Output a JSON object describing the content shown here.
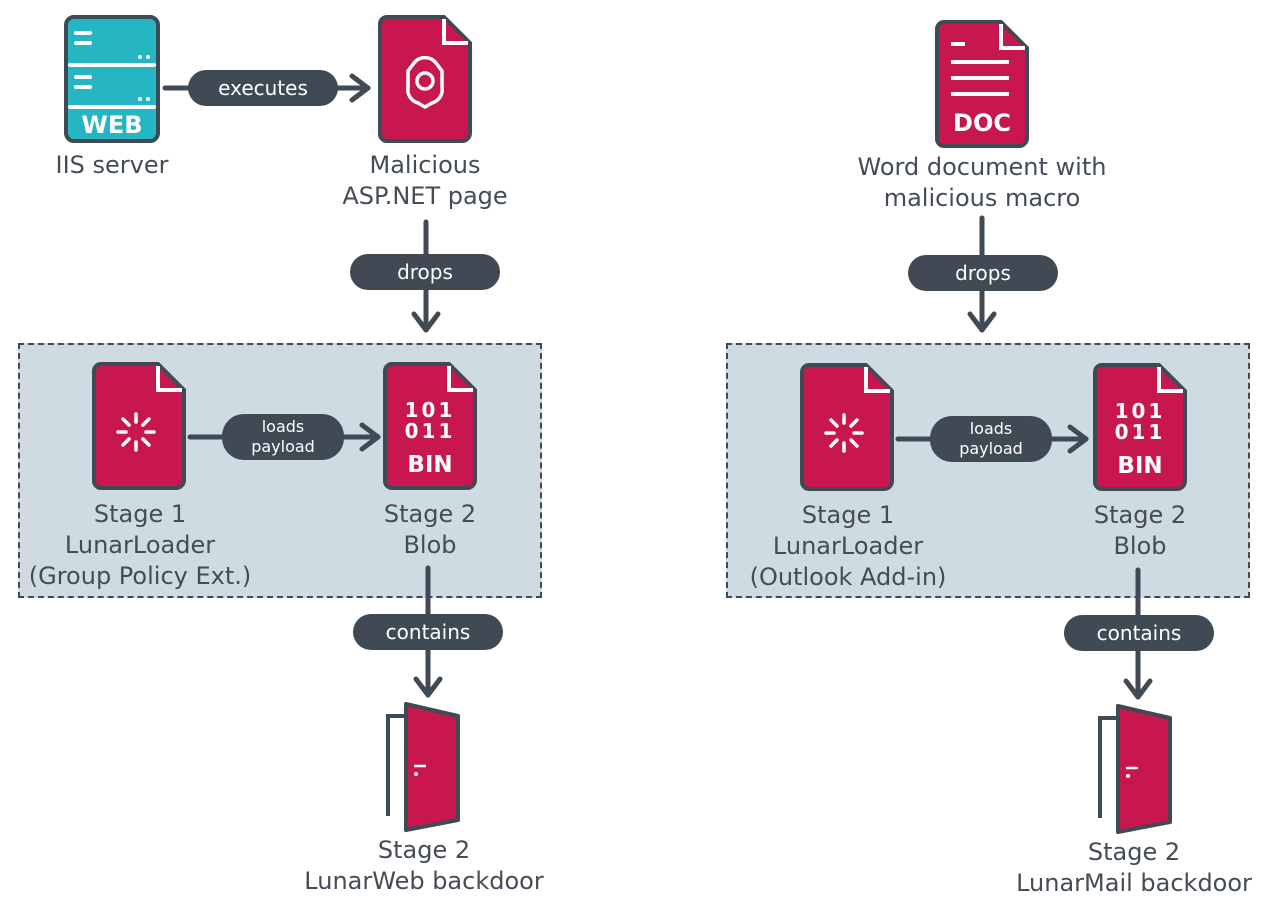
{
  "colors": {
    "malicious": "#c8174f",
    "server": "#26b5c2",
    "connector": "#3f4a54",
    "group_fill": "#cfdbe2",
    "text": "#444c55"
  },
  "left_chain": {
    "server": {
      "icon": "web-server-icon",
      "badge": "WEB",
      "label": "IIS server"
    },
    "edge_executes": "executes",
    "asp_page": {
      "icon": "biohazard-file-icon",
      "label_line1": "Malicious",
      "label_line2": "ASP.NET page"
    },
    "edge_drops": "drops",
    "stage1": {
      "icon": "loader-file-icon",
      "line1": "Stage 1",
      "line2": "LunarLoader",
      "line3": "(Group Policy Ext.)"
    },
    "edge_loads_line1": "loads",
    "edge_loads_line2": "payload",
    "stage2_blob": {
      "icon": "binary-file-icon",
      "bits_line1": "101",
      "bits_line2": "011",
      "badge": "BIN",
      "line1": "Stage 2",
      "line2": "Blob"
    },
    "edge_contains": "contains",
    "backdoor": {
      "icon": "open-door-icon",
      "line1": "Stage 2",
      "line2": "LunarWeb backdoor"
    }
  },
  "right_chain": {
    "doc": {
      "icon": "word-document-icon",
      "badge": "DOC",
      "label_line1": "Word document with",
      "label_line2": "malicious macro"
    },
    "edge_drops": "drops",
    "stage1": {
      "icon": "loader-file-icon",
      "line1": "Stage 1",
      "line2": "LunarLoader",
      "line3": "(Outlook Add-in)"
    },
    "edge_loads_line1": "loads",
    "edge_loads_line2": "payload",
    "stage2_blob": {
      "icon": "binary-file-icon",
      "bits_line1": "101",
      "bits_line2": "011",
      "badge": "BIN",
      "line1": "Stage 2",
      "line2": "Blob"
    },
    "edge_contains": "contains",
    "backdoor": {
      "icon": "open-door-icon",
      "line1": "Stage 2",
      "line2": "LunarMail backdoor"
    }
  }
}
